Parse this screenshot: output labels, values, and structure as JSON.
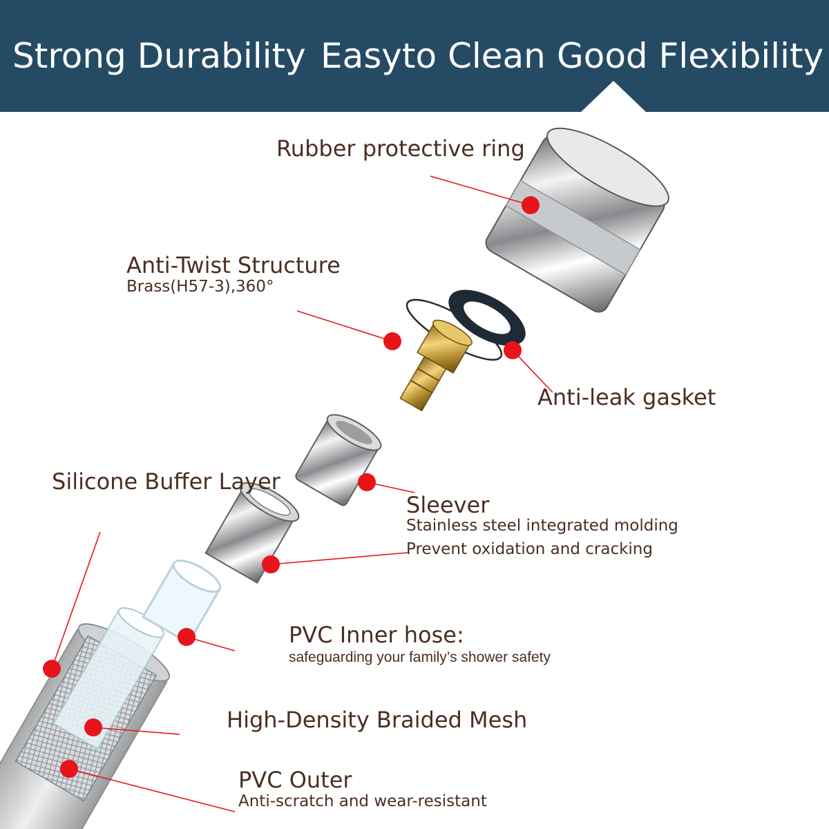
{
  "banner": {
    "features": [
      "Strong Durability",
      "Easyto Clean",
      "Good Flexibility"
    ],
    "background_color": "#254a63"
  },
  "callouts": {
    "rubber_ring": {
      "title": "Rubber protective ring"
    },
    "anti_twist": {
      "title": "Anti-Twist Structure",
      "detail": "Brass(H57-3),360°"
    },
    "gasket": {
      "title": "Anti-leak gasket"
    },
    "silicone": {
      "title": "Silicone Buffer Layer"
    },
    "sleever": {
      "title": "Sleever",
      "detail_1": "Stainless steel integrated molding",
      "detail_2": "Prevent oxidation and cracking"
    },
    "inner_hose": {
      "title": "PVC Inner hose:",
      "detail": "safeguarding your family’s shower safety"
    },
    "braided_mesh": {
      "title": "High-Density Braided Mesh"
    },
    "pvc_outer": {
      "title": "PVC Outer",
      "detail": "Anti-scratch and wear-resistant"
    }
  },
  "colors": {
    "marker": "#e8141b",
    "label_text": "#4a2e22",
    "leader_line": "#e8141b"
  }
}
